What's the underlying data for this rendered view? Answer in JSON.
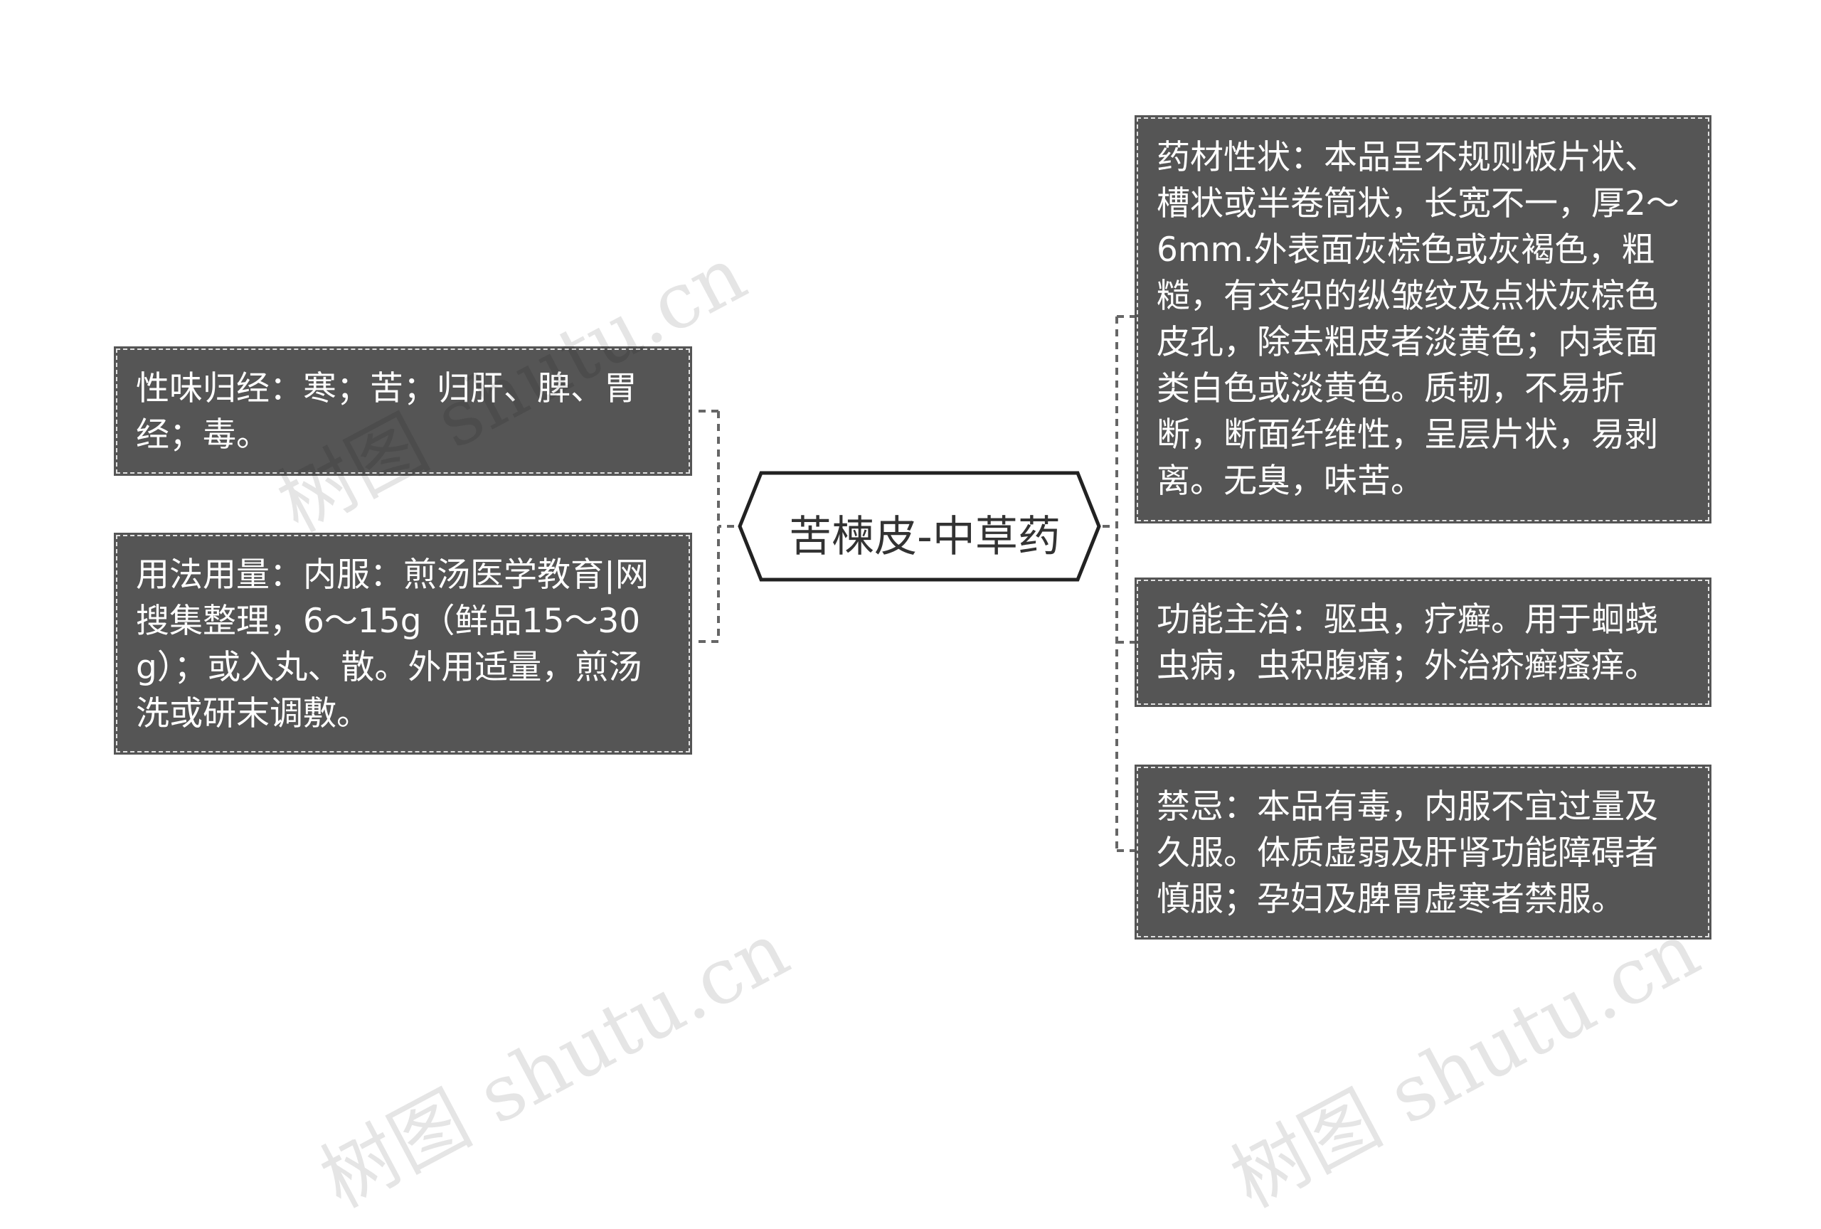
{
  "watermark": "树图 shutu.cn",
  "center": {
    "label": "苦楝皮-中草药"
  },
  "left_nodes": [
    {
      "id": "xingwei",
      "text": "性味归经：寒；苦；归肝、脾、胃经；毒。"
    },
    {
      "id": "yongfa",
      "text": "用法用量：内服：煎汤医学教育|网搜集整理，6～15g（鲜品15～30g）；或入丸、散。外用适量，煎汤洗或研末调敷。"
    }
  ],
  "right_nodes": [
    {
      "id": "yaocai",
      "text": "药材性状：本品呈不规则板片状、槽状或半卷筒状，长宽不一，厚2～6mm.外表面灰棕色或灰褐色，粗糙，有交织的纵皱纹及点状灰棕色皮孔，除去粗皮者淡黄色；内表面类白色或淡黄色。质韧，不易折断，断面纤维性，呈层片状，易剥离。无臭，味苦。"
    },
    {
      "id": "gongneng",
      "text": "功能主治：驱虫，疗癣。用于蛔蛲虫病，虫积腹痛；外治疥癣瘙痒。"
    },
    {
      "id": "jinji",
      "text": "禁忌：本品有毒，内服不宜过量及久服。体质虚弱及肝肾功能障碍者慎服；孕妇及脾胃虚寒者禁服。"
    }
  ]
}
